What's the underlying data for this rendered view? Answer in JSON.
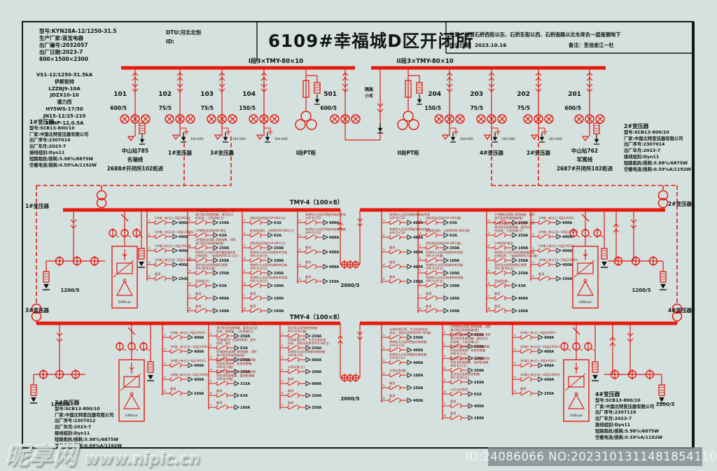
{
  "colors": {
    "red": "#e6190e",
    "label_red": "#9b140b",
    "ink": "#111111",
    "bg": "#d4e1df"
  },
  "header": {
    "model_block": [
      "型号:KYN28A-12/1250-31.5",
      "生产厂家:蓝宝电器",
      "出厂编号:2032057",
      "出厂日期:2023-7",
      "800×1500×2300"
    ],
    "dtu": "DTU:河北北恒",
    "id_label": "ID:",
    "title": "6109#幸福城D区开闭所",
    "location": "位置：留营石桥西街以东、石桥东街以西、石桥南路以北车库负一层南侧地下",
    "commission_date": "投运日期：2023.10.16",
    "remark": "备注：圣池金江一杜"
  },
  "spec_list": [
    "VS1-12/1250-31.5kA",
    "伊斯凯特",
    "LZZBJ9-10A",
    "JDZX10-10",
    "德力西",
    "HY5WS-17/50",
    "JN15-12/25-210",
    "XRNP-12,0.5A"
  ],
  "transformer_blocks": [
    {
      "title": "1#变压器",
      "lines": [
        "型号:SCB13-800/10",
        "厂家:中国北特变压器有限公司",
        "出厂序号:2307014",
        "出厂年月:2023-7",
        "接线组别:Dyn11",
        "短路阻抗/损耗:5.98%/6875W",
        "空载电流/损耗:0.59%A/1192W"
      ]
    },
    {
      "title": "2#变压器",
      "lines": [
        "型号:SCB13-800/10",
        "厂家:中国北特变压器有限公司",
        "出厂序号:2307014",
        "出厂年月:2023-7",
        "接线组别:Dyn11",
        "短路阻抗/损耗:5.98%/6875W",
        "空载电流/损耗:0.59%A/1192W"
      ]
    },
    {
      "title": "3#变压器",
      "lines": [
        "型号:SCB13-800/10",
        "厂家:中国北特变压器有限公司",
        "出厂序号:2307012",
        "出厂年月:2023-7",
        "接线组别:Dyn11",
        "短路阻抗/损耗:5.98%/6875W",
        "空载电流/损耗:0.59%A/1192W"
      ]
    },
    {
      "title": "4#变压器",
      "lines": [
        "型号:SCB13-800/10",
        "厂家:中国北特变压器有限公司",
        "出厂序号:2307119",
        "出厂年月:2023-7",
        "接线组别:Dyn11",
        "短路阻抗/损耗:5.98%/6875W",
        "空载电流/损耗:0.59%A/1192W"
      ]
    }
  ],
  "hv": {
    "bus1_label": "I段3×TMY-80×10",
    "bus2_label": "II段3×TMY-80×10",
    "pt1_label": "I段PT柜",
    "pt2_label": "II段PT柜",
    "cart_label_lines": [
      "隔离",
      "小车"
    ],
    "bays": [
      {
        "num": "101",
        "ratio": "600/5",
        "type": "line",
        "labels": [
          "中山站785",
          "名瑞线",
          "2688#开闭所102柜进"
        ]
      },
      {
        "num": "102",
        "ratio": "75/5",
        "type": "tr",
        "sxd": "102-SXD",
        "labels": [
          "1#变压器"
        ]
      },
      {
        "num": "103",
        "ratio": "75/5",
        "type": "tr",
        "sxd": "103-SXD",
        "labels": [
          "3#变压器"
        ]
      },
      {
        "num": "104",
        "ratio": "150/5",
        "type": "tr",
        "sxd": "104-SXD",
        "labels": []
      },
      {
        "num": "501",
        "ratio": "600/5",
        "type": "tie",
        "labels": []
      },
      {
        "num": "204",
        "ratio": "150/5",
        "type": "tr",
        "sxd": "204-SXD",
        "labels": []
      },
      {
        "num": "203",
        "ratio": "75/5",
        "type": "tr",
        "sxd": "203-SXD",
        "labels": [
          "4#变压器"
        ]
      },
      {
        "num": "202",
        "ratio": "75/5",
        "type": "tr",
        "sxd": "202-SXD",
        "labels": [
          "2#变压器"
        ]
      },
      {
        "num": "201",
        "ratio": "600/5",
        "type": "line",
        "labels": [
          "中山站762",
          "军寓线",
          "2687#开闭所102柜进"
        ]
      }
    ]
  },
  "lv": {
    "bus_label": "TMY-4（100×8）",
    "tie_label": "2000/5",
    "ct_label": "1200/5",
    "cap_label": "240kvar",
    "tiers": [
      {
        "transformer_left": "1#变压器",
        "transformer_right": "2#变压器",
        "columns": [
          {
            "rows": [
              {
                "label": [
                  "1#楼一单元1~9层1#DA1"
                ],
                "amp": "400A"
              },
              {
                "label": [
                  "1#楼一单元10~16层1#DA2"
                ],
                "amp": "400A"
              },
              {
                "label": [
                  "1#楼二单元1~9层1#DA3"
                ],
                "amp": "400A"
              },
              {
                "label": [
                  "1#楼二单元10~16层1#DA4"
                ],
                "amp": "400A"
              },
              {
                "label": [
                  "备用"
                ],
                "amp": "250A"
              }
            ]
          },
          {
            "rows": [
              {
                "label": [
                  "1#楼物业用电:消防电梯、消防",
                  "潜污泵应急照明箱、屋顶及光",
                  "伏检修、人防用电(主)"
                ],
                "amp": "250A"
              },
              {
                "label": [
                  "1#楼物业用电AW-物业"
                ],
                "amp": "63A"
              },
              {
                "label": [
                  "2#楼物业用电:消防电梯、消防",
                  "潜污泵应急照明箱(备)"
                ],
                "amp": "250A"
              },
              {
                "label": [
                  "车库防火分区D排风兼排烟风机",
                  "应急照明、一般照明APE-D-1(主)"
                ],
                "amp": "250A"
              },
              {
                "label": [
                  "室外消火栓系统稳压装置",
                  "ATE-WFB2(备)"
                ],
                "amp": "250A"
              },
              {
                "label": [
                  "直流屏(主)"
                ],
                "amp": "63A"
              },
              {
                "label": [
                  "备用"
                ],
                "amp": "400A"
              },
              {
                "label": [
                  "备用"
                ],
                "amp": "160A"
              }
            ]
          },
          {
            "rows": [
              {
                "label": [
                  "消防风机用电2AP-HR2(主)"
                ],
                "amp": "63A"
              },
              {
                "label": [
                  "配电室风机、水泵等APE-BD1(主)"
                ],
                "amp": "63A"
              },
              {
                "label": [
                  "消防风机用电1AP-HR1(主)"
                ],
                "amp": "250A"
              },
              {
                "label": [
                  "车库防火分区A机械车库用电",
                  "APE-A-JX(主)"
                ],
                "amp": "100A"
              },
              {
                "label": [
                  "车库防火分区B机械车库用电",
                  "APE-A-JX(主)"
                ],
                "amp": "100A"
              },
              {
                "label": [
                  "车库防火分区D机械车库用电",
                  "APE-A-JX(主)"
                ],
                "amp": "100A"
              },
              {
                "label": [
                  "备用"
                ],
                "amp": "100A"
              },
              {
                "label": [
                  "备用"
                ],
                "amp": "160A"
              }
            ]
          },
          {
            "rows": [
              {
                "label": [
                  "车库防火分区D预留充电桩用电",
                  "1AP-D-C01"
                ],
                "amp": "400A"
              },
              {
                "label": [
                  "车库防火分区D预留充电桩用电",
                  "2AP-D-C02"
                ],
                "amp": "400A"
              },
              {
                "label": [
                  "备用"
                ],
                "amp": "400A"
              },
              {
                "label": [
                  "备用"
                ],
                "amp": "400A"
              },
              {
                "label": [
                  "备用"
                ],
                "amp": "250A"
              }
            ]
          },
          {
            "rows": [
              {
                "label": [
                  "车库防火分区D预留充电桩用电",
                  "3AP-D-C03"
                ],
                "amp": "400A"
              },
              {
                "label": [
                  "车库防火分区D预留充电桩用电",
                  "4AP-D-C04"
                ],
                "amp": "400A"
              },
              {
                "label": [
                  "备用"
                ],
                "amp": "400A"
              },
              {
                "label": [
                  "备用"
                ],
                "amp": "400A"
              },
              {
                "label": [
                  "备用"
                ],
                "amp": "250A"
              }
            ]
          },
          {
            "rows": [
              {
                "label": [
                  "消防风机用电2AP-HR2(备)"
                ],
                "amp": "63A"
              },
              {
                "label": [
                  "配电室风机、水泵等APE-BD1(备)"
                ],
                "amp": "63A"
              },
              {
                "label": [
                  "消防风机用电1AP-HR1(备)"
                ],
                "amp": "250A"
              },
              {
                "label": [
                  "车库防火分区A机械车库用电",
                  "APE-A-JX(备)"
                ],
                "amp": "100A"
              },
              {
                "label": [
                  "车库防火分区B机械车库用电",
                  "APE-A-JX(主)"
                ],
                "amp": "100A"
              },
              {
                "label": [
                  "车库防火分区D机械车库用电",
                  "APE-A-JX(主)"
                ],
                "amp": "100A"
              },
              {
                "label": [
                  "备用"
                ],
                "amp": "100A"
              },
              {
                "label": [
                  "备用"
                ],
                "amp": "160A"
              }
            ]
          },
          {
            "rows": [
              {
                "label": [
                  "1#楼物业用电:消防电梯、消防",
                  "潜污泵应急照明箱(备)"
                ],
                "amp": "250A"
              },
              {
                "label": [
                  "2#楼物业用电:消防电梯、消防",
                  "潜污泵应急照明箱、屋顶及光",
                  "伏检修、人防用电(主)"
                ],
                "amp": "250A"
              },
              {
                "label": [
                  "2#楼AW-物业"
                ],
                "amp": "100A"
              },
              {
                "label": [
                  "车库防火分区D排风兼排烟风机",
                  "应急照明、一般照明APE-D-2(备)"
                ],
                "amp": "250A"
              },
              {
                "label": [
                  "室外消火栓系统稳压装置",
                  "ATE-WFB2(主)"
                ],
                "amp": "250A"
              },
              {
                "label": [
                  "直流屏(备)"
                ],
                "amp": "63A"
              },
              {
                "label": [
                  "备用"
                ],
                "amp": "400A"
              },
              {
                "label": [
                  "备用"
                ],
                "amp": "160A"
              }
            ]
          },
          {
            "rows": [
              {
                "label": [
                  "2#楼一单元1~9层2#DA1"
                ],
                "amp": "400A"
              },
              {
                "label": [
                  "2#楼一单元10~16层2#DA2"
                ],
                "amp": "400A"
              },
              {
                "label": [
                  "2#楼二单元1~9层2#DA3"
                ],
                "amp": "400A"
              },
              {
                "label": [
                  "2#楼二单元10~16层2#DA4"
                ],
                "amp": "400A"
              },
              {
                "label": [
                  "备用"
                ],
                "amp": "250A"
              }
            ]
          }
        ]
      },
      {
        "transformer_left": "3#变压器",
        "transformer_right": "4#变压器",
        "columns": [
          {
            "rows": [
              {
                "label": [
                  "3#楼一单元1~9层3#DA1"
                ],
                "amp": "400A"
              },
              {
                "label": [
                  "3#楼一单元10~16层3#DA2"
                ],
                "amp": "400A"
              },
              {
                "label": [
                  "3#楼二单元1~9层3#DA3"
                ],
                "amp": "400A"
              },
              {
                "label": [
                  "3#楼二单元10~16层3#DA4"
                ],
                "amp": "400A"
              },
              {
                "label": [
                  "备用"
                ],
                "amp": "250A"
              }
            ]
          },
          {
            "rows": [
              {
                "label": [
                  "3#楼物业用电:消防电梯、消防",
                  "潜污泵应急照明箱、屋顶及光伏",
                  "检修、照明箱、人防用电(主)"
                ],
                "amp": "250A"
              },
              {
                "label": [
                  "3#楼屋顶广告照明电源、室外",
                  "照明、路灯"
                ],
                "amp": "63A"
              },
              {
                "label": [
                  "4#楼物业用电:消防电梯、消防",
                  "潜污泵应急照明箱(备)"
                ],
                "amp": "250A"
              },
              {
                "label": [
                  "车库防火分区A、B排风兼排烟",
                  "风机应急照明、检修控制箱",
                  "APB-B-1(备)"
                ],
                "amp": "250A"
              },
              {
                "label": [
                  "车库防火分区B、C排风兼排烟",
                  "风机消防配电箱、监控配电箱",
                  "APB-B-4(备)"
                ],
                "amp": "315A"
              },
              {
                "label": [
                  "备用"
                ],
                "amp": "63A"
              },
              {
                "label": [
                  "备用"
                ],
                "amp": "160A"
              }
            ]
          },
          {
            "rows": [
              {
                "label": [
                  "室内消火栓系统控制箱",
                  "ATE-XFB1(备)"
                ],
                "amp": "250A"
              },
              {
                "label": [
                  "水泵房潜污泵、生活水泵房送",
                  "排风、消防水泵房等ATE-SB(主)"
                ],
                "amp": "250A"
              },
              {
                "label": [
                  "车库防火分区B预留充电桩箱",
                  "1AP-B-C01"
                ],
                "amp": "400A"
              },
              {
                "label": [
                  "水系水泵(主)"
                ],
                "amp": "100A"
              },
              {
                "label": [
                  "备用"
                ],
                "amp": "400A"
              },
              {
                "label": [
                  "备用"
                ],
                "amp": "250A"
              },
              {
                "label": [
                  "备用"
                ],
                "amp": "250A"
              }
            ]
          },
          {
            "rows": [
              {
                "label": [
                  "水泵房潜污泵、生活水泵房送",
                  "排风、消防水泵房等ATE-SB(备)"
                ],
                "amp": "250A"
              },
              {
                "label": [
                  "车库防火分区B预留充电桩箱",
                  "2AP-B-C02"
                ],
                "amp": "400A"
              },
              {
                "label": [
                  "车库防火分区B预留充电桩箱",
                  "2AP-B-C03"
                ],
                "amp": "400A"
              },
              {
                "label": [
                  "水系水泵(备)"
                ],
                "amp": "100A"
              },
              {
                "label": [
                  "备用"
                ],
                "amp": "250A"
              },
              {
                "label": [
                  "备用"
                ],
                "amp": "400A"
              }
            ]
          },
          {
            "rows": [
              {
                "label": [
                  "3#楼物业用电:消防电梯、消防",
                  "潜污泵应急照明箱(备)"
                ],
                "amp": "250A"
              },
              {
                "label": [
                  "4#楼物业用电:消防电梯、消防",
                  "潜污泵应急照明箱、屋顶及光",
                  "伏检修、人防用电(主)"
                ],
                "amp": "250A"
              },
              {
                "label": [
                  "车库防火分区A、B排风兼排烟",
                  "风机应急照明、检修控制箱",
                  "APB-B-1(主)"
                ],
                "amp": "100A"
              },
              {
                "label": [
                  "车库防火分区B、C排风兼排烟",
                  "风机消防配电箱、监控配电箱",
                  "APB-B-2(主)"
                ],
                "amp": "250A"
              },
              {
                "label": [
                  "室内消火栓系统控制箱",
                  "ATE-XFB1(主)"
                ],
                "amp": "250A"
              },
              {
                "label": [
                  "小区公共照明"
                ],
                "amp": "63A"
              },
              {
                "label": [
                  "备用"
                ],
                "amp": "400A"
              },
              {
                "label": [
                  "备用"
                ],
                "amp": "160A"
              }
            ]
          },
          {
            "rows": [
              {
                "label": [
                  "4#楼一单元1~9层4#DA1"
                ],
                "amp": "400A"
              },
              {
                "label": [
                  "4#楼一单元10~16层4#DA2"
                ],
                "amp": "400A"
              },
              {
                "label": [
                  "4#楼二单元1~9层4#DA3"
                ],
                "amp": "400A"
              },
              {
                "label": [
                  "4#楼二单元10~16层4#DA4"
                ],
                "amp": "400A"
              },
              {
                "label": [
                  "备用"
                ],
                "amp": "250A"
              }
            ]
          }
        ]
      }
    ]
  },
  "watermark": {
    "site_name": "昵享网",
    "site_url": "www.nipic.cn",
    "id_bar": "ID:24086066 NO:20231013114818541105"
  }
}
